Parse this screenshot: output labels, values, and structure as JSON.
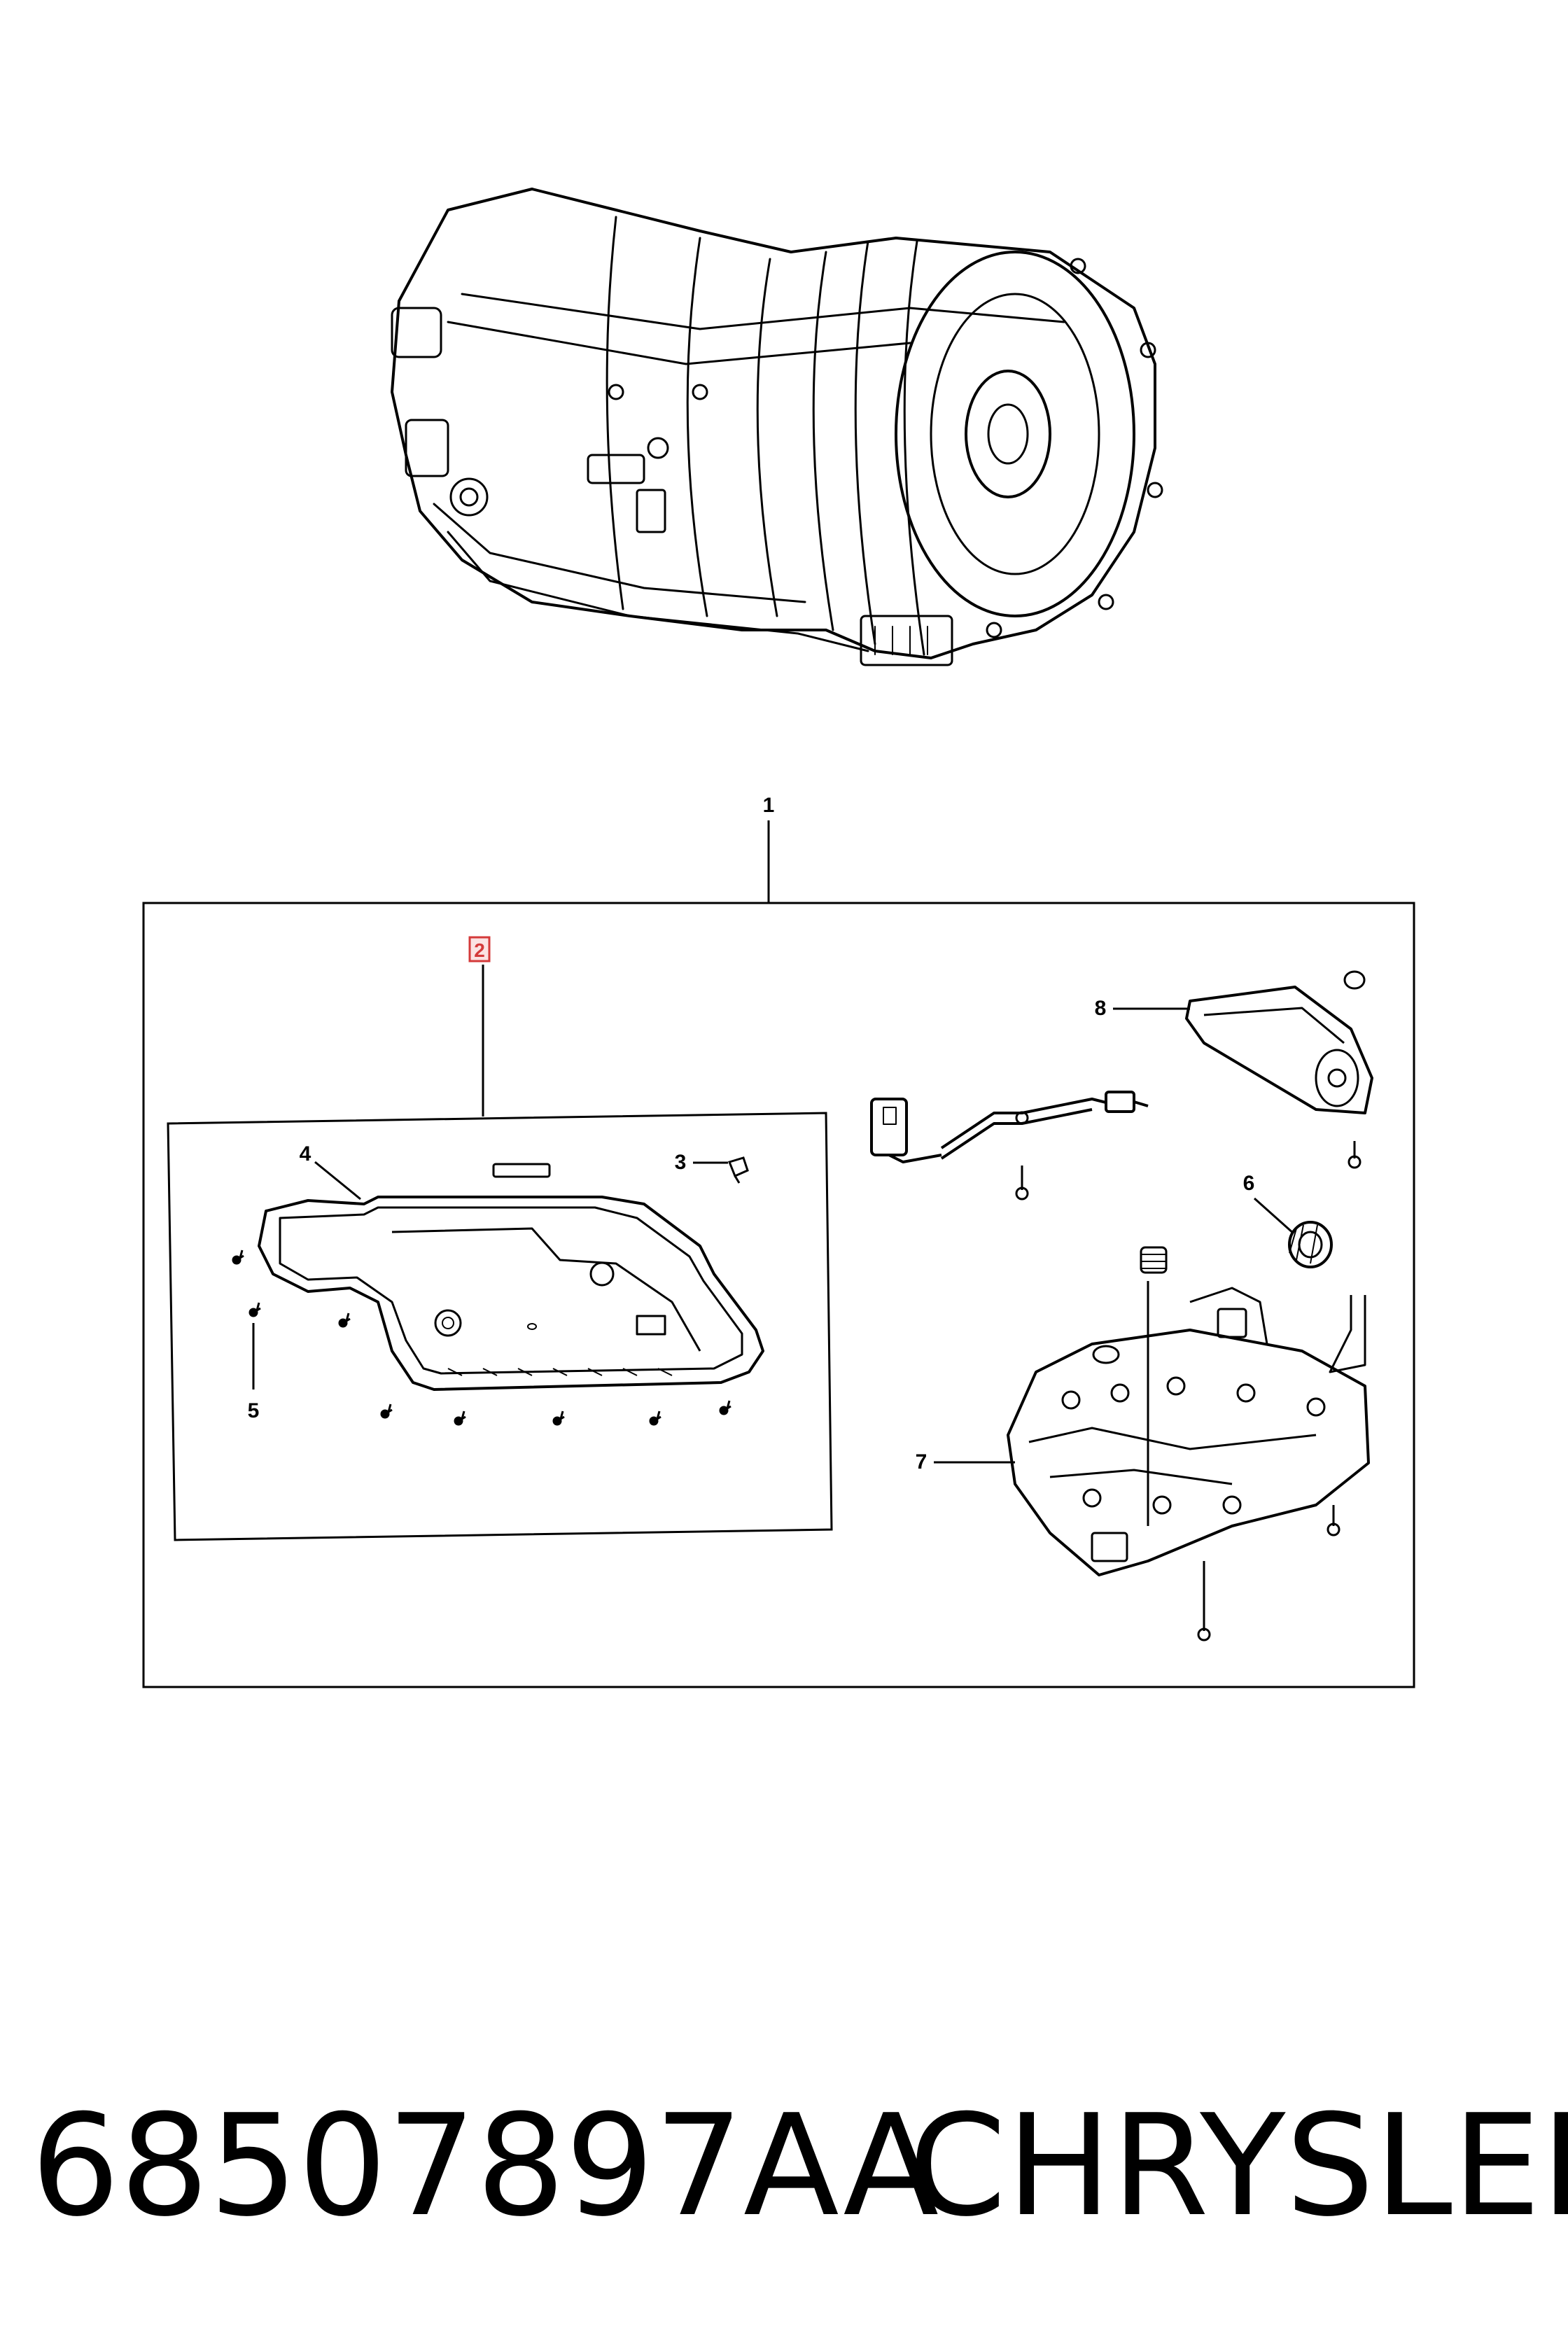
{
  "diagram": {
    "callouts": {
      "c1": "1",
      "c2": "2",
      "c3": "3",
      "c4": "4",
      "c5": "5",
      "c6": "6",
      "c7": "7",
      "c8": "8"
    },
    "highlighted_callout": "2",
    "highlight_color": "#d43a3a"
  },
  "footer": {
    "part_number": "68507897AA",
    "brand": "CHRYSLER"
  }
}
